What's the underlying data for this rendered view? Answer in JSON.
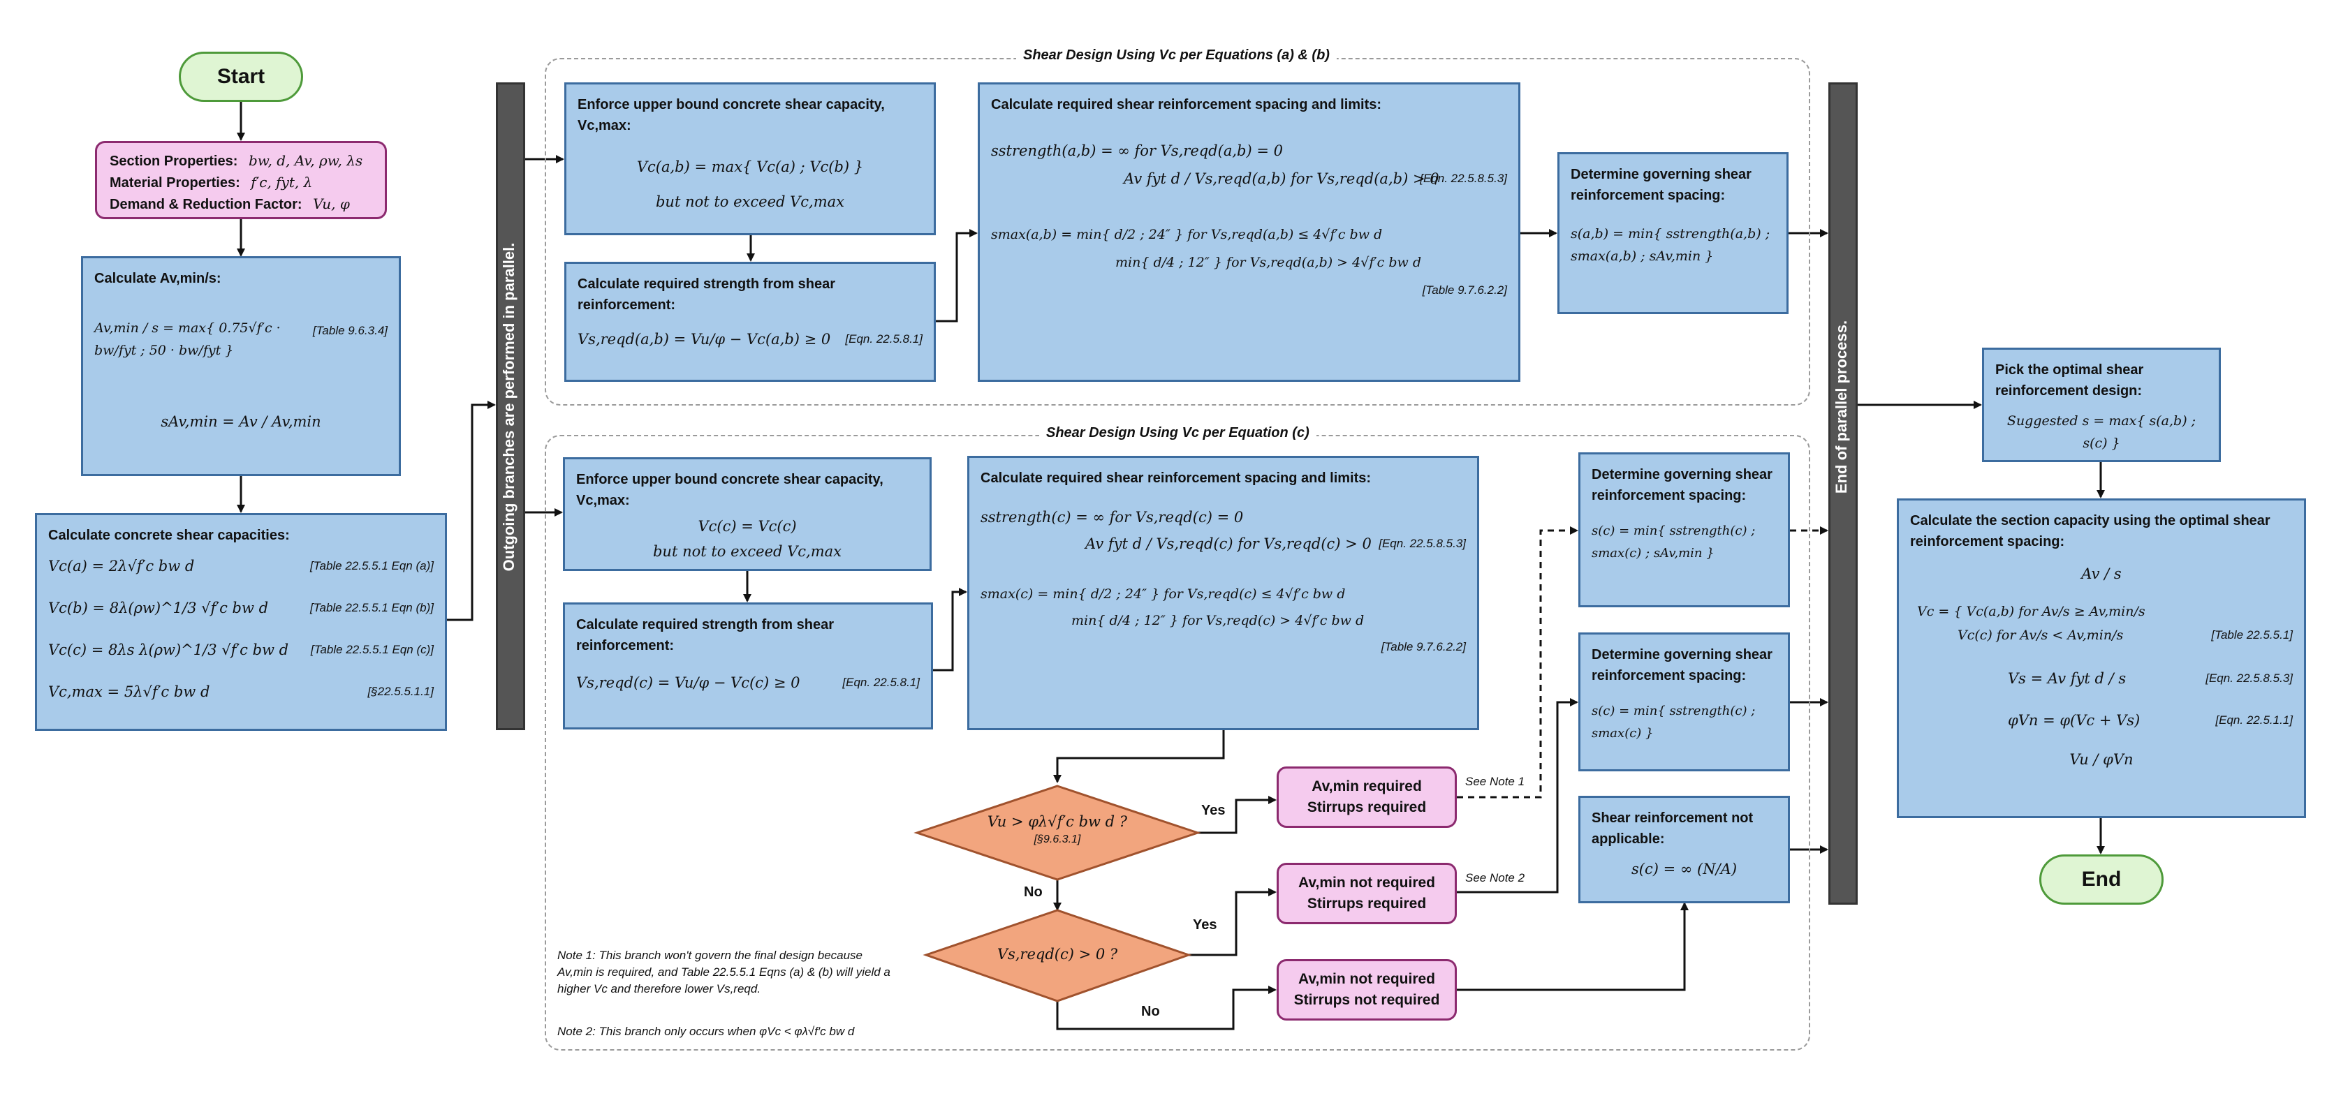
{
  "start_label": "Start",
  "end_label": "End",
  "inputs": {
    "section_label": "Section Properties:",
    "section_vars": "bw,  d,  Av,  ρw,  λs",
    "material_label": "Material Properties:",
    "material_vars": "f′c,  fyt,  λ",
    "demand_label": "Demand & Reduction Factor:",
    "demand_vars": "Vu,   φ"
  },
  "avmin_box": {
    "title": "Calculate Av,min/s:",
    "eq1": "Av,min / s = max{ 0.75√f′c · bw/fyt ;  50 · bw/fyt }",
    "eq1_ref": "[Table 9.6.3.4]",
    "eq2": "sAv,min = Av / Av,min"
  },
  "capacities_box": {
    "title": "Calculate concrete shear capacities:",
    "rows": [
      {
        "eq": "Vc(a) = 2λ√f′c bw d",
        "ref": "[Table 22.5.5.1 Eqn (a)]"
      },
      {
        "eq": "Vc(b) = 8λ(ρw)^1/3 √f′c bw d",
        "ref": "[Table 22.5.5.1 Eqn (b)]"
      },
      {
        "eq": "Vc(c) = 8λs λ(ρw)^1/3 √f′c bw d",
        "ref": "[Table 22.5.5.1 Eqn (c)]"
      },
      {
        "eq": "Vc,max = 5λ√f′c bw d",
        "ref": "[§22.5.5.1.1]"
      }
    ]
  },
  "bar_left": "Outgoing branches are performed in parallel.",
  "bar_right": "End of parallel process.",
  "group_ab_title": "Shear Design Using Vc per Equations (a) & (b)",
  "group_c_title": "Shear Design Using Vc per Equation (c)",
  "ab": {
    "upper_title": "Enforce upper bound concrete shear capacity, Vc,max:",
    "upper_eq1": "Vc(a,b) = max{ Vc(a) ; Vc(b) }",
    "upper_eq2": "but not to exceed Vc,max",
    "req_title": "Calculate required strength from shear reinforcement:",
    "req_eq": "Vs,reqd(a,b) = Vu/φ − Vc(a,b) ≥ 0",
    "req_ref": "[Eqn. 22.5.8.1]",
    "spacing_title": "Calculate required shear reinforcement spacing and limits:",
    "spacing_eq1a": "sstrength(a,b) = ∞   for  Vs,reqd(a,b) = 0",
    "spacing_eq1b": "Av fyt d / Vs,reqd(a,b)   for  Vs,reqd(a,b) > 0",
    "spacing_ref1": "[Eqn. 22.5.8.5.3]",
    "spacing_eq2a": "smax(a,b) = min{ d/2 ; 24″ }  for  Vs,reqd(a,b) ≤ 4√f′c bw d",
    "spacing_eq2b": "min{ d/4 ; 12″ }  for  Vs,reqd(a,b) > 4√f′c bw d",
    "spacing_ref2": "[Table 9.7.6.2.2]",
    "gov_title": "Determine governing shear reinforcement spacing:",
    "gov_eq": "s(a,b) = min{ sstrength(a,b) ; smax(a,b) ; sAv,min }"
  },
  "c": {
    "upper_title": "Enforce upper bound concrete shear capacity, Vc,max:",
    "upper_eq1": "Vc(c) = Vc(c)",
    "upper_eq2": "but not to exceed Vc,max",
    "req_title": "Calculate required strength from shear reinforcement:",
    "req_eq": "Vs,reqd(c) = Vu/φ − Vc(c) ≥ 0",
    "req_ref": "[Eqn. 22.5.8.1]",
    "spacing_title": "Calculate required shear reinforcement spacing and limits:",
    "spacing_eq1a": "sstrength(c) = ∞   for  Vs,reqd(c) = 0",
    "spacing_eq1b": "Av fyt d / Vs,reqd(c)   for  Vs,reqd(c) > 0",
    "spacing_ref1": "[Eqn. 22.5.8.5.3]",
    "spacing_eq2a": "smax(c) = min{ d/2 ; 24″ }  for  Vs,reqd(c) ≤ 4√f′c bw d",
    "spacing_eq2b": "min{ d/4 ; 12″ }  for  Vs,reqd(c) > 4√f′c bw d",
    "spacing_ref2": "[Table 9.7.6.2.2]",
    "gov1_title": "Determine governing shear reinforcement spacing:",
    "gov1_eq": "s(c) = min{ sstrength(c) ; smax(c) ; sAv,min }",
    "gov2_title": "Determine governing shear reinforcement spacing:",
    "gov2_eq": "s(c) = min{ sstrength(c) ; smax(c) }",
    "na_title": "Shear reinforcement not applicable:",
    "na_eq": "s(c) = ∞     (N/A)",
    "diamond1_eq": "Vu > φλ√f′c bw d ?",
    "diamond1_ref": "[§9.6.3.1]",
    "diamond2_eq": "Vs,reqd(c) > 0 ?",
    "yes": "Yes",
    "no": "No",
    "out1_line1": "Av,min required",
    "out1_line2": "Stirrups required",
    "out2_line1": "Av,min not required",
    "out2_line2": "Stirrups required",
    "out3_line1": "Av,min not required",
    "out3_line2": "Stirrups not required",
    "see_note1": "See Note 1",
    "see_note2": "See Note 2",
    "note1": "Note 1: This branch won't govern the final design because Av,min is required, and Table 22.5.5.1 Eqns (a) & (b) will yield a higher Vc and therefore lower Vs,reqd.",
    "note2": "Note 2: This branch only occurs when φVc < φλ√f′c bw d"
  },
  "pick": {
    "title": "Pick the optimal shear reinforcement design:",
    "eq": "Suggested s = max{ s(a,b) ; s(c) }"
  },
  "final": {
    "title": "Calculate the section capacity using the optimal shear reinforcement spacing:",
    "eq1": "Av / s",
    "eq2a": "Vc = { Vc(a,b)  for  Av/s ≥ Av,min/s",
    "eq2b": "Vc(c)  for  Av/s < Av,min/s",
    "eq2_ref": "[Table 22.5.5.1]",
    "eq3": "Vs = Av fyt d / s",
    "eq3_ref": "[Eqn. 22.5.8.5.3]",
    "eq4": "φVn = φ(Vc + Vs)",
    "eq4_ref": "[Eqn. 22.5.1.1]",
    "eq5": "Vu / φVn"
  },
  "colors": {
    "box_fill": "#a9cbea",
    "box_stroke": "#3c6c9f",
    "start_fill": "#dff5d3",
    "pink_fill": "#f5cbee",
    "diamond_fill": "#f2a57e",
    "bar_fill": "#555555"
  }
}
